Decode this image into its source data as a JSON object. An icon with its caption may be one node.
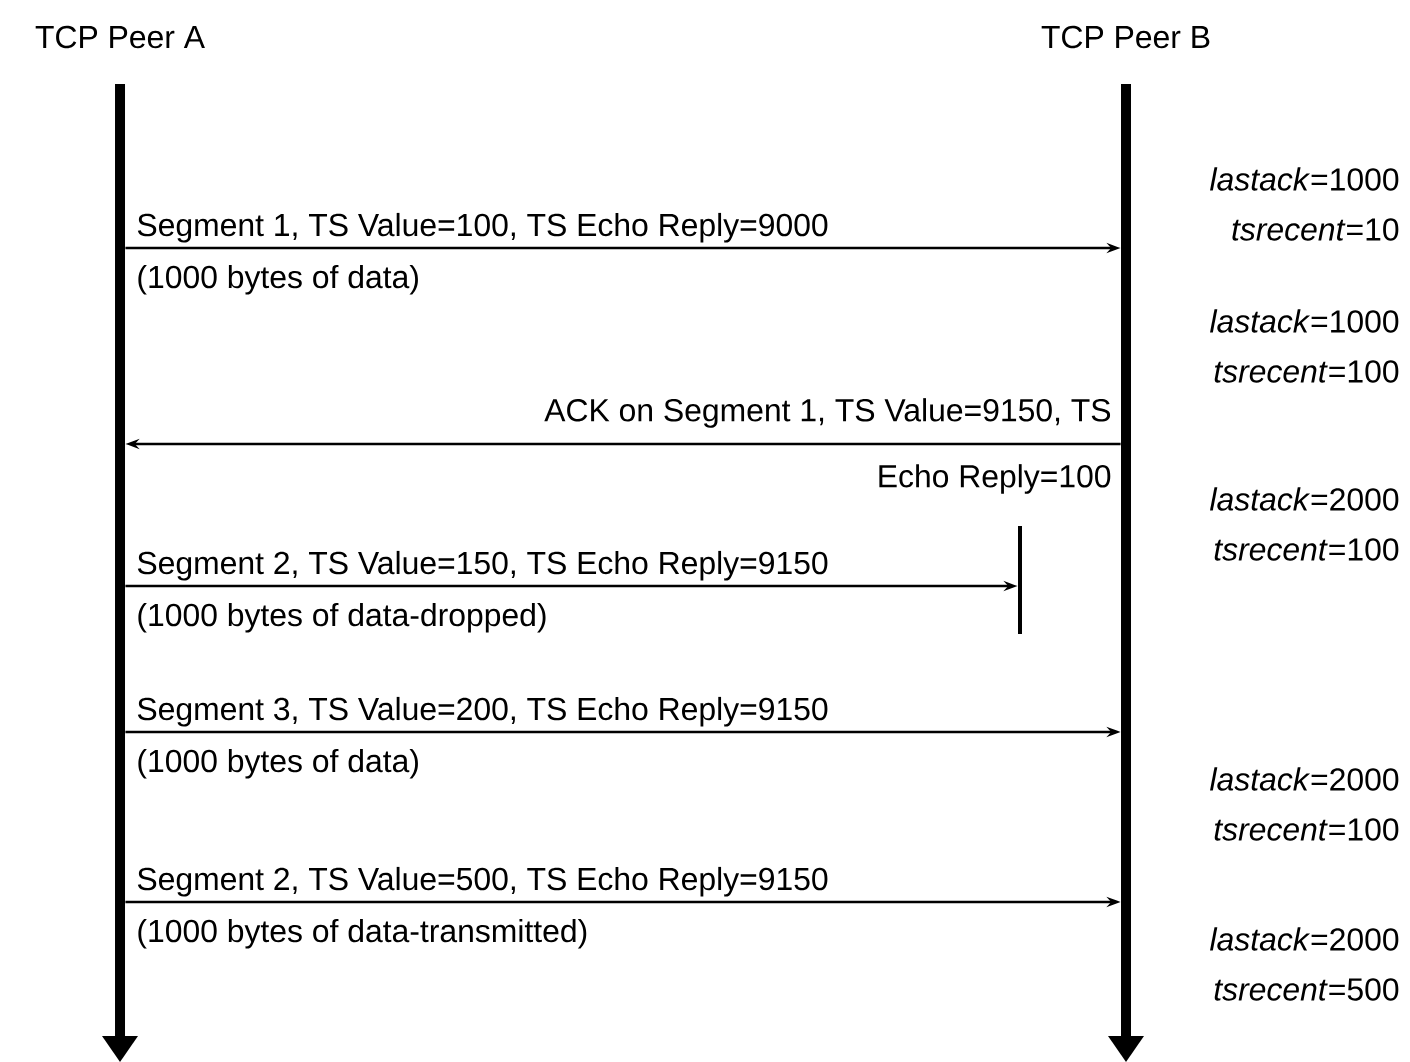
{
  "diagram": {
    "nodes": [
      {
        "text": [
          "TCP Peer A"
        ]
      },
      {
        "text": [
          "TCP Peer B"
        ]
      },
      {
        "text": [],
        "shape": "bar"
      }
    ],
    "edges": [
      {
        "from": 0,
        "to": 1,
        "arrow": "to",
        "label": "Segment 1, TS Value=100, TS Echo Reply=9000"
      },
      {
        "from": 1,
        "to": 0,
        "arrow": "to",
        "label": "ACK on Segment 1, TS Value=9150, TS Echo Reply=100"
      },
      {
        "from": 0,
        "to": 2,
        "arrow": "to",
        "label": "Segment 2, TS Value=150, TS Echo Reply=9150"
      },
      {
        "from": 0,
        "to": 1,
        "arrow": "to",
        "label": "Segment 3, TS Value=200, TS Echo Reply=9150"
      },
      {
        "from": 0,
        "to": 1,
        "arrow": "to",
        "label": "Segment 2, TS Value=500, TS Echo Reply=9150"
      }
    ],
    "labels": [
      "*lastack*=1000 *tsrecent*=10",
      "(1000 bytes of data)",
      "*lastack*=1000 *tsrecent*=100",
      "*lastack*=2000 *tsrecent*=100",
      "(1000 bytes of data-dropped)",
      "(1000 bytes of data)",
      "*lastack*=2000 *tsrecent*=100",
      "(1000 bytes of data-transmitted)",
      "*lastack*=2000 *tsrecent*=500"
    ]
  }
}
